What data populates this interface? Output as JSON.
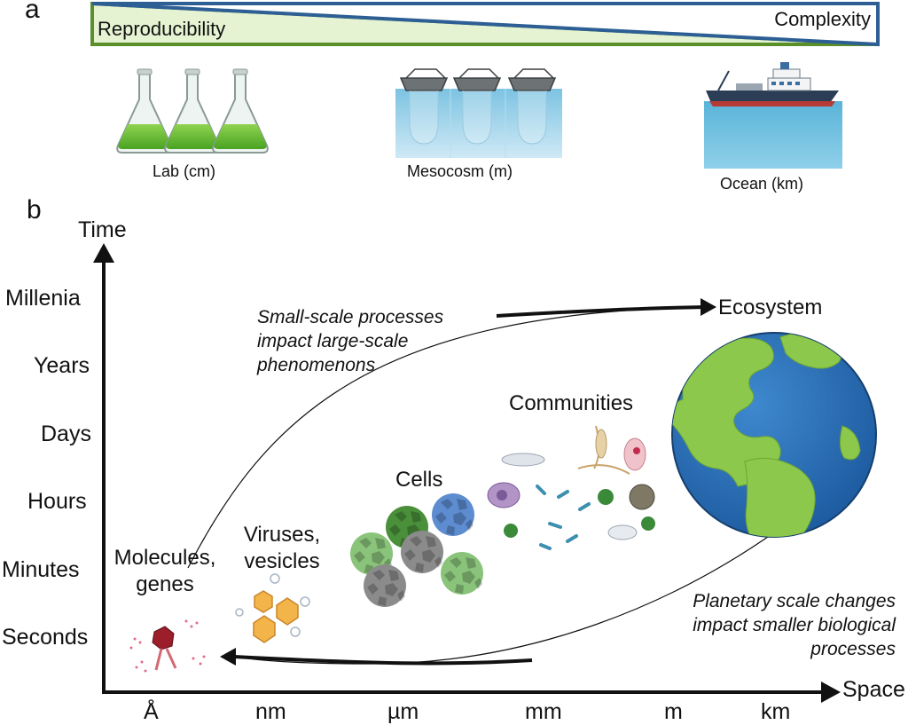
{
  "panel_a": {
    "letter": "a",
    "gradient_left_label": "Reproducibility",
    "gradient_right_label": "Complexity",
    "scales": [
      {
        "label": "Lab (cm)",
        "icon": "flask-icon"
      },
      {
        "label": "Mesocosm (m)",
        "icon": "mesocosm-icon"
      },
      {
        "label": "Ocean (km)",
        "icon": "ship-icon"
      }
    ],
    "colors": {
      "green": "#5b8f2a",
      "green_fill": "#e6f3d2",
      "blue": "#2d5f95",
      "blue_fill": "#ffffff"
    }
  },
  "panel_b": {
    "letter": "b",
    "y_axis_title": "Time",
    "x_axis_title": "Space",
    "y_ticks": [
      "Millenia",
      "Years",
      "Days",
      "Hours",
      "Minutes",
      "Seconds"
    ],
    "x_ticks": [
      "Å",
      "nm",
      "µm",
      "mm",
      "m",
      "km"
    ],
    "groups": {
      "molecules": [
        "Molecules,",
        "genes"
      ],
      "viruses": [
        "Viruses,",
        "vesicles"
      ],
      "cells": "Cells",
      "communities": "Communities",
      "ecosystem": "Ecosystem"
    },
    "note_upward": [
      "Small-scale processes",
      "impact large-scale",
      "phenomenons"
    ],
    "note_downward": [
      "Planetary scale changes",
      "impact smaller biological",
      "processes"
    ],
    "icons": [
      "earth-icon",
      "virus-icon",
      "cell-icon",
      "plankton-icon",
      "protein-icon"
    ]
  }
}
